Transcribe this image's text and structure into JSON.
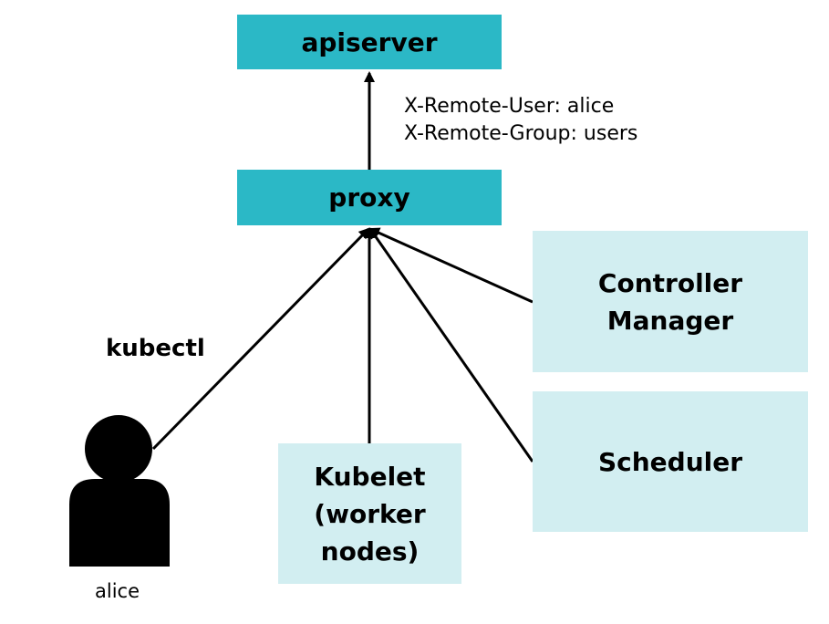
{
  "nodes": {
    "apiserver": "apiserver",
    "proxy": "proxy",
    "controller_manager": "Controller\nManager",
    "scheduler": "Scheduler",
    "kubelet": "Kubelet\n(worker\nnodes)"
  },
  "edge_labels": {
    "proxy_to_apiserver": [
      "X-Remote-User: alice",
      "X-Remote-Group: users"
    ],
    "user_to_proxy": "kubectl"
  },
  "user": {
    "icon": "user-icon",
    "name": "alice"
  },
  "colors": {
    "dark_box": "#2bb8c6",
    "light_box": "#d2eef1",
    "line": "#000000"
  }
}
